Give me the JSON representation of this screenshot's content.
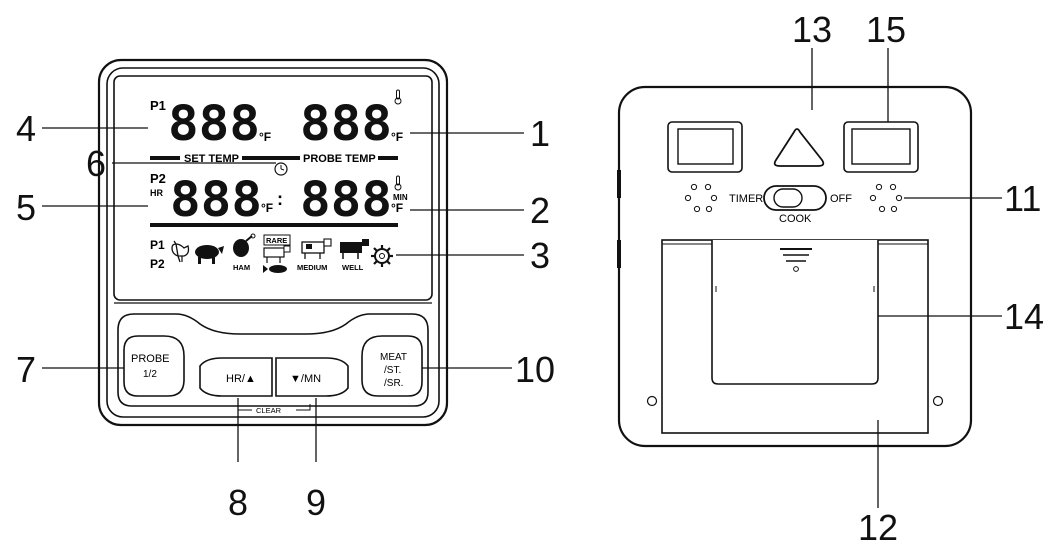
{
  "callouts": {
    "n1": "1",
    "n2": "2",
    "n3": "3",
    "n4": "4",
    "n5": "5",
    "n6": "6",
    "n7": "7",
    "n8": "8",
    "n9": "9",
    "n10": "10",
    "n11": "11",
    "n12": "12",
    "n13": "13",
    "n14": "14",
    "n15": "15"
  },
  "lcd": {
    "p1": "P1",
    "p2": "P2",
    "hr": "HR",
    "min": "MIN",
    "digits": "888",
    "colon": ":",
    "deg": "°F",
    "set_temp": "SET TEMP",
    "probe_temp": "PROBE TEMP",
    "p1_meat": "P1",
    "p2_meat": "P2",
    "ham": "HAM",
    "rare": "RARE",
    "medium": "MEDIUM",
    "well": "WELL"
  },
  "buttons": {
    "probe": "PROBE",
    "probe_sub": "1/2",
    "hr": "HR/▲",
    "mn": "▼/MN",
    "clear": "CLEAR",
    "meat_1": "MEAT",
    "meat_2": "/ST.",
    "meat_3": "/SR."
  },
  "back": {
    "timer": "TIMER",
    "off": "OFF",
    "cook": "COOK"
  },
  "icons": {
    "thermometer": "thermometer-icon",
    "clock": "clock-icon",
    "chicken": "chicken-icon",
    "pig": "pig-icon",
    "ham": "ham-icon",
    "fish": "fish-icon",
    "cow": "cow-icon",
    "gear": "gear-icon",
    "triangle": "triangle-icon"
  }
}
